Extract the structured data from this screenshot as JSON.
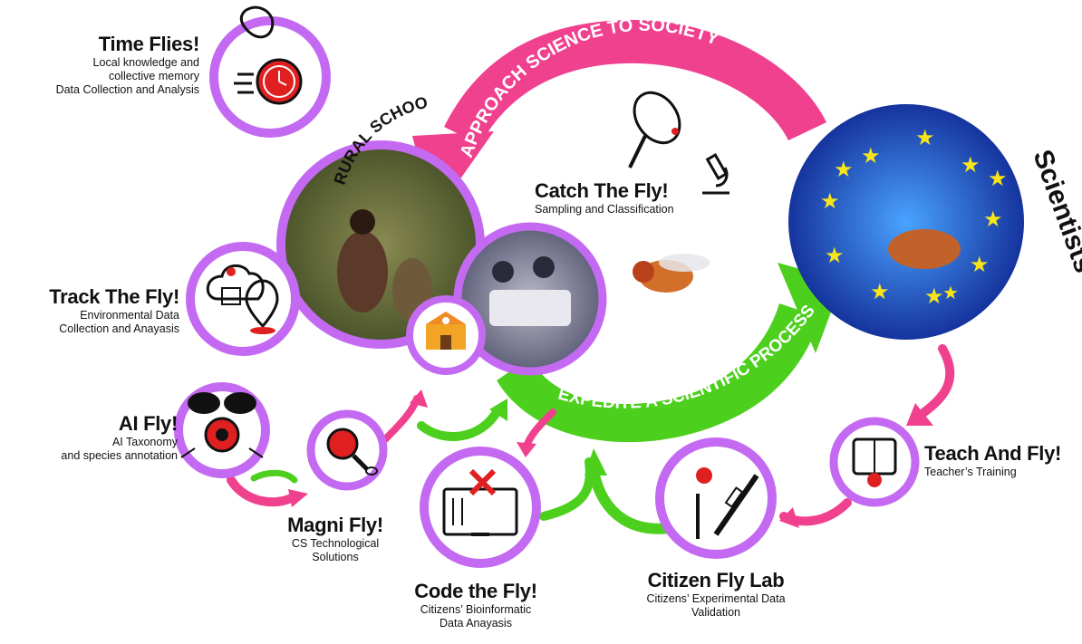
{
  "arcs": {
    "top": "APPROACH SCIENCE TO SOCIETY",
    "bottom": "EXPEDITE A SCIENTIFIC PROCESS",
    "rural": "RURAL SCHOOLS",
    "scientists": "Scientists"
  },
  "nodes": {
    "time_flies": {
      "title": "Time Flies!",
      "lines": [
        "Local knowledge and",
        "collective memory",
        "Data Collection and Analysis"
      ]
    },
    "track": {
      "title": "Track The Fly!",
      "lines": [
        "Environmental Data",
        "Collection and Anayasis"
      ]
    },
    "ai": {
      "title": "AI Fly!",
      "lines": [
        "AI Taxonomy",
        "and species annotation"
      ]
    },
    "magni": {
      "title": "Magni Fly!",
      "lines": [
        "CS Technological",
        "Solutions"
      ]
    },
    "code": {
      "title": "Code the Fly!",
      "lines": [
        "Citizens’ Bioinformatic",
        "Data Anayasis"
      ]
    },
    "citizen_lab": {
      "title": "Citizen Fly Lab",
      "lines": [
        "Citizens’ Experimental Data",
        "Validation"
      ]
    },
    "teach": {
      "title": "Teach And Fly!",
      "lines": [
        "Teacher’s Training"
      ]
    },
    "catch": {
      "title": "Catch The Fly!",
      "lines": [
        "Sampling and Classification"
      ]
    }
  },
  "colors": {
    "pink": "#f0418f",
    "green": "#4dcf1e",
    "ring": "#c46af2",
    "red": "#e02020",
    "blue": "#1f46c8",
    "star": "#f7e51a"
  },
  "icons": [
    "stopwatch-icon",
    "cloud-map-pin-icon",
    "fly-eye-icon",
    "magnifier-icon",
    "computer-dna-icon",
    "lab-tools-icon",
    "teacher-book-icon",
    "butterfly-net-icon",
    "microscope-icon",
    "school-building-icon",
    "fruit-fly-image",
    "eu-stars-image"
  ]
}
